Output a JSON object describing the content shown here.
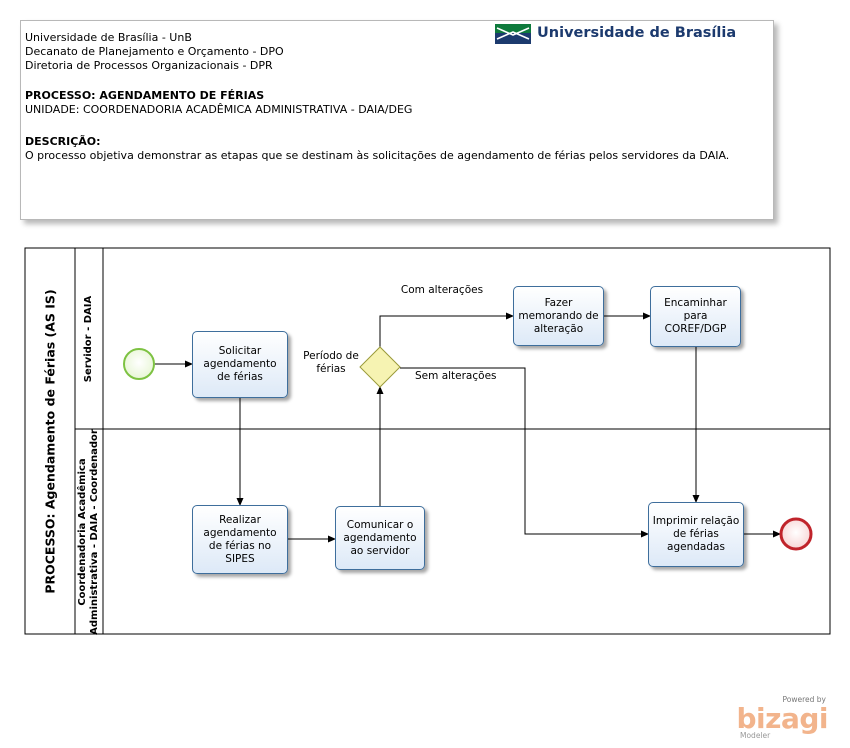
{
  "header": {
    "line1": "Universidade de Brasília - UnB",
    "line2": "Decanato de Planejamento e Orçamento - DPO",
    "line3": "Diretoria de Processos Organizacionais - DPR",
    "process": "PROCESSO: AGENDAMENTO DE FÉRIAS",
    "unit": "UNIDADE: COORDENADORIA ACADÊMICA ADMINISTRATIVA - DAIA/DEG",
    "desc_title": "DESCRIÇÃO:",
    "desc_text": "O processo objetiva demonstrar as etapas que se destinam às solicitações de agendamento de férias pelos servidores da DAIA.",
    "logo_text": "Universidade de Brasília"
  },
  "pool": {
    "title": "PROCESSO: Agendamento de Férias (AS IS)",
    "lanes": [
      {
        "title": "Servidor - DAIA"
      },
      {
        "title_line1": "Coordenadoria Acadêmica",
        "title_line2": "Administrativa - DAIA - Coordenador"
      }
    ]
  },
  "tasks": {
    "solicitar": "Solicitar agendamento de férias",
    "realizar": "Realizar agendamento de férias no SIPES",
    "comunicar": "Comunicar o agendamento ao servidor",
    "fazer": "Fazer memorando de alteração",
    "encaminhar": "Encaminhar para COREF/DGP",
    "imprimir": "Imprimir relação de férias agendadas"
  },
  "gateway_label": "Período de férias",
  "flow_labels": {
    "com": "Com alterações",
    "sem": "Sem alterações"
  },
  "branding": {
    "powered": "Powered by",
    "brand": "bizagi",
    "modeler": "Modeler"
  },
  "colors": {
    "start_event": "#7dc242",
    "end_event": "#c0242b",
    "gateway": "#f6f3b2",
    "task_border": "#3e6e9c"
  }
}
